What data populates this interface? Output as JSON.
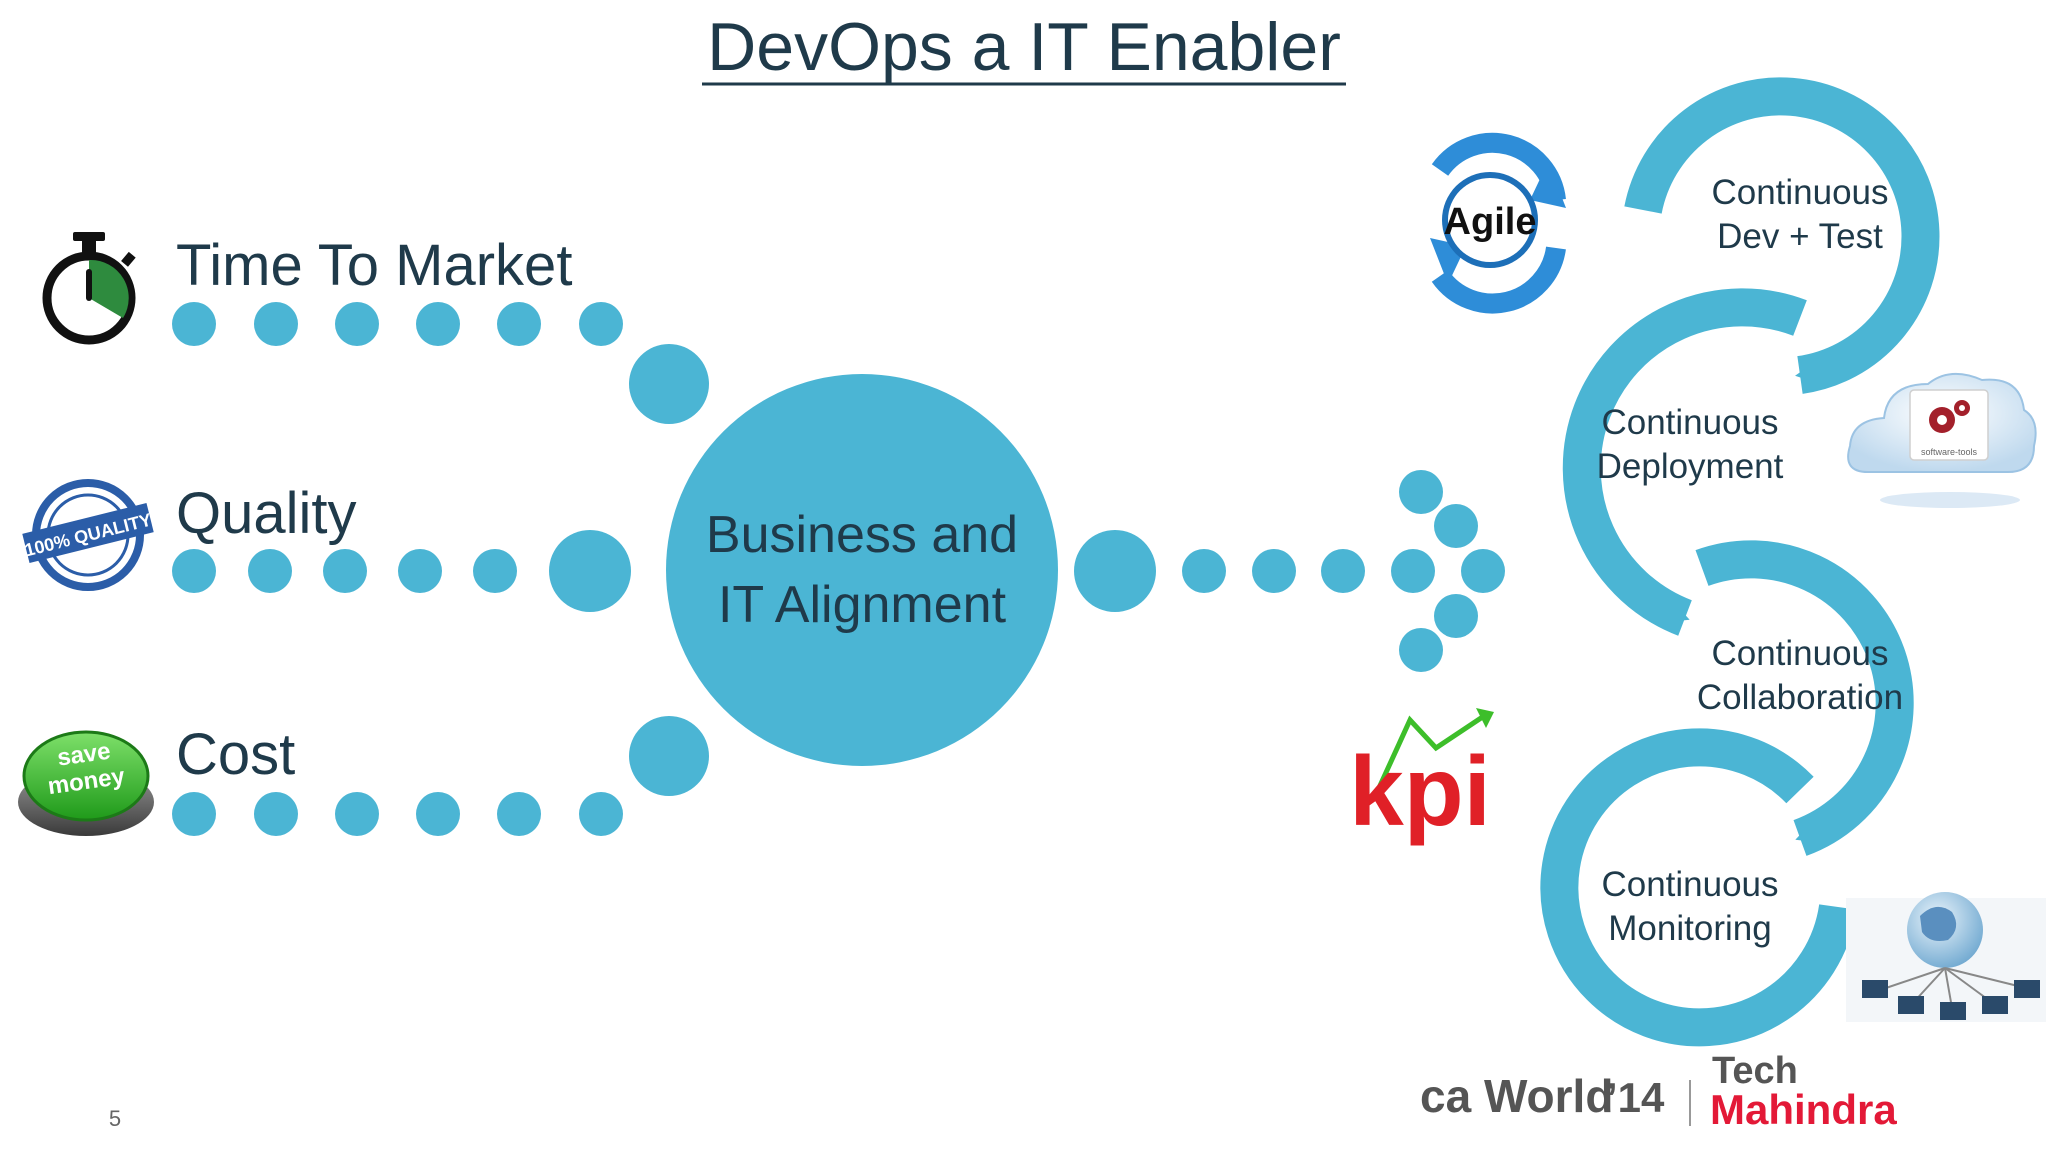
{
  "slide": {
    "title": "DevOps a IT Enabler",
    "page_number": "5"
  },
  "drivers": [
    {
      "label": "Time To Market",
      "icon": "stopwatch-icon"
    },
    {
      "label": "Quality",
      "icon": "quality-seal-icon"
    },
    {
      "label": "Cost",
      "icon": "save-money-button-icon"
    }
  ],
  "center": {
    "line1": "Business and",
    "line2": "IT Alignment"
  },
  "badges": {
    "agile": "Agile",
    "kpi": "kpi",
    "cloud_caption": "software-tools"
  },
  "cycle": [
    {
      "line1": "Continuous",
      "line2": "Dev + Test"
    },
    {
      "line1": "Continuous",
      "line2": "Deployment"
    },
    {
      "line1": "Continuous",
      "line2": "Collaboration"
    },
    {
      "line1": "Continuous",
      "line2": "Monitoring"
    }
  ],
  "logos": {
    "ca_world": "ca World",
    "ca_world_year": "’14",
    "tech": "Tech",
    "mahindra": "Mahindra"
  },
  "colors": {
    "accent": "#4BB5D4",
    "title": "#1F3A4A",
    "text": "#1F3A4A",
    "kpi_red": "#E02027",
    "mahindra_red": "#E31937",
    "stopwatch_green": "#2E8B3E",
    "save_money_green": "#3DBE2A"
  }
}
